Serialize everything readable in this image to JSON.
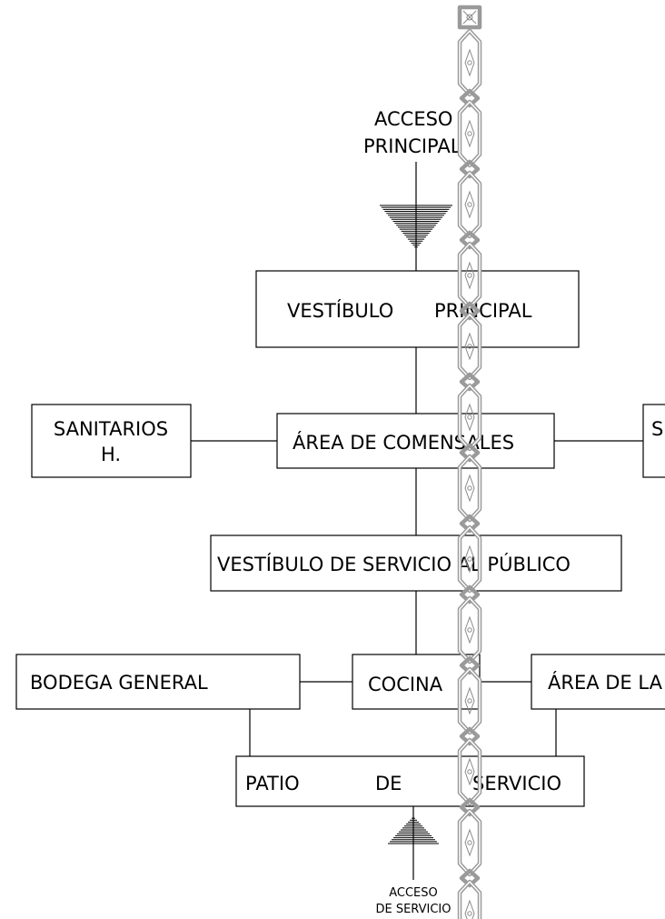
{
  "diagram": {
    "access_main": [
      "ACCESO",
      "PRINCIPAL"
    ],
    "vestibulo_principal": [
      "VESTÍBULO",
      "PRINCIPAL"
    ],
    "sanitarios_h": [
      "SANITARIOS",
      "H."
    ],
    "area_comensales": "ÁREA DE COMENSALES",
    "sanitarios_m_partial": "S",
    "vestibulo_servicio": "VESTÍBULO DE SERVICIO AL PÚBLICO",
    "bodega_general": "BODEGA GENERAL",
    "cocina": "COCINA",
    "area_lavado_partial": "ÁREA DE LA",
    "patio_servicio": [
      "PATIO",
      "DE",
      "SERVICIO"
    ],
    "access_service": [
      "ACCESO",
      "DE SERVICIO"
    ]
  }
}
